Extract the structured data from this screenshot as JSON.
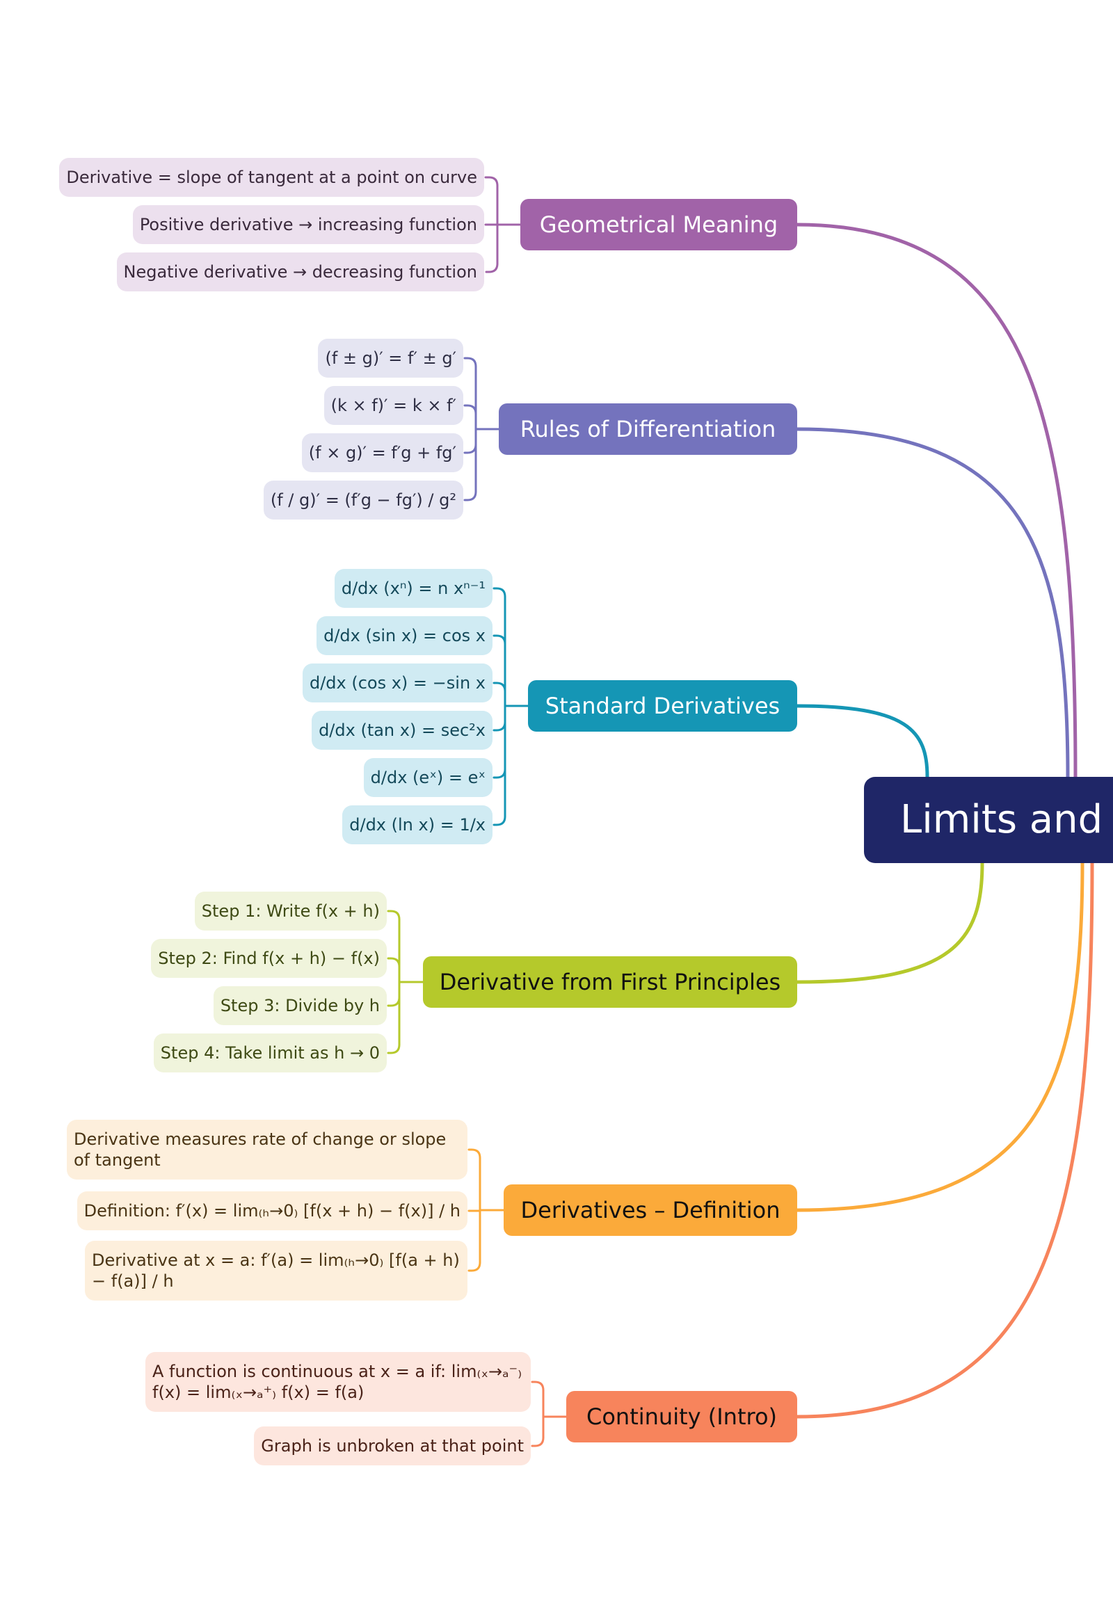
{
  "root": {
    "title": "Limits and D",
    "color": "#1f2667"
  },
  "branches": [
    {
      "id": "geometrical",
      "label": "Geometrical Meaning",
      "color": "#a163a8",
      "leaf_bg": "#ece0ee",
      "leaf_text": "#3a2a3c",
      "title_text": "#ffffff",
      "leaves": [
        "Derivative = slope of tangent at a point on curve",
        "Positive derivative → increasing function",
        "Negative derivative → decreasing function"
      ]
    },
    {
      "id": "rules",
      "label": "Rules of Differentiation",
      "color": "#7473bd",
      "leaf_bg": "#e5e5f2",
      "leaf_text": "#2e2e44",
      "title_text": "#ffffff",
      "leaves": [
        "(f ± g)′ = f′ ± g′",
        "(k × f)′ = k × f′",
        "(f × g)′ = f′g + fg′",
        "(f / g)′ = (f′g − fg′) / g²"
      ]
    },
    {
      "id": "standard",
      "label": "Standard Derivatives",
      "color": "#1596b5",
      "leaf_bg": "#d0ebf3",
      "leaf_text": "#14495a",
      "title_text": "#ffffff",
      "leaves": [
        "d/dx (xⁿ) = n xⁿ⁻¹",
        "d/dx (sin x) = cos x",
        "d/dx (cos x) = −sin x",
        "d/dx (tan x) = sec²x",
        "d/dx (eˣ) = eˣ",
        "d/dx (ln x) = 1/x"
      ]
    },
    {
      "id": "first-principles",
      "label": "Derivative from First Principles",
      "color": "#b5c92b",
      "leaf_bg": "#f0f4dc",
      "leaf_text": "#3e4a14",
      "title_text": "#111111",
      "leaves": [
        "Step 1: Write f(x + h)",
        "Step 2: Find f(x + h) − f(x)",
        "Step 3: Divide by h",
        "Step 4: Take limit as h → 0"
      ]
    },
    {
      "id": "definition",
      "label": "Derivatives – Definition",
      "color": "#fbaa3a",
      "leaf_bg": "#fdefdc",
      "leaf_text": "#4a3414",
      "title_text": "#111111",
      "leaves": [
        "Derivative measures rate of change or slope of tangent",
        "Definition: f′(x) = lim₍ₕ→0₎ [f(x + h) − f(x)] / h",
        "Derivative at x = a: f′(a) = lim₍ₕ→0₎ [f(a + h) − f(a)] / h"
      ]
    },
    {
      "id": "continuity",
      "label": "Continuity (Intro)",
      "color": "#f7845c",
      "leaf_bg": "#fde6de",
      "leaf_text": "#4a2218",
      "title_text": "#111111",
      "leaves": [
        "A function is continuous at x = a if:  lim₍ₓ→ₐ⁻₎ f(x) = lim₍ₓ→ₐ⁺₎ f(x) = f(a)",
        "Graph is unbroken at that point"
      ]
    }
  ]
}
